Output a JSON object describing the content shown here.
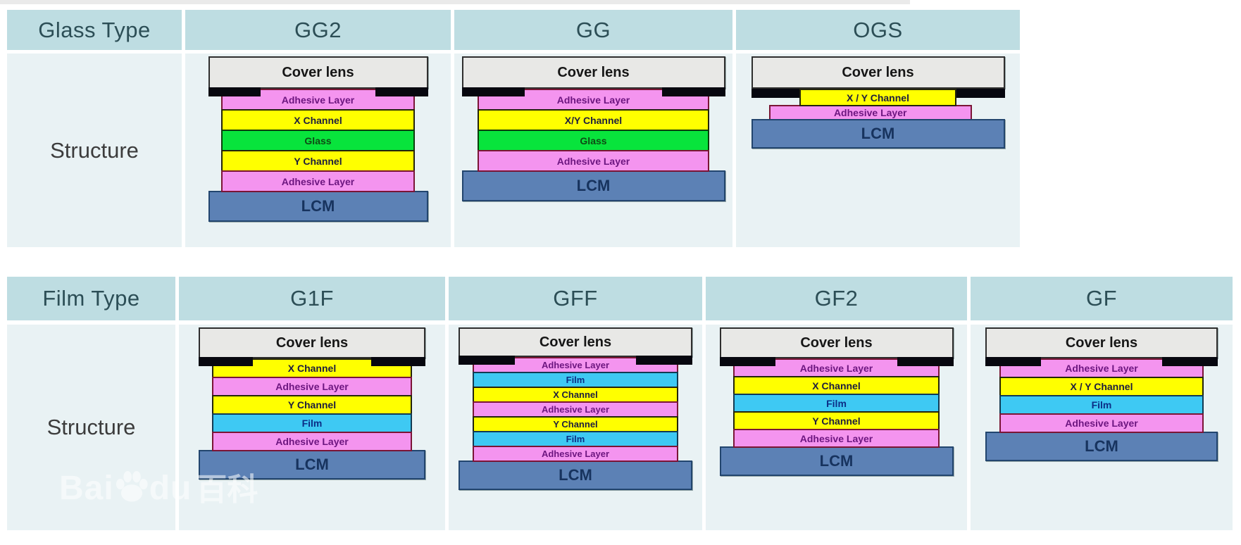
{
  "colors": {
    "header_bg": "#bedde2",
    "body_bg": "#e9f2f4",
    "header_text": "#2c4e56",
    "structure_text": "#3c3c3c",
    "cover": "#e8e8e6",
    "cover_text": "#161616",
    "bezel_ink": "#07070f",
    "adhesive": "#f494ef",
    "adhesive_text": "#6d1680",
    "channel": "#ffff00",
    "channel_text": "#1d1d3f",
    "glass": "#08e43c",
    "glass_text": "#0e4a14",
    "film": "#3ec9f3",
    "film_text": "#0c2e86",
    "lcm": "#5c81b5",
    "lcm_text": "#17335e",
    "watermark": "#ffffff"
  },
  "glass_table": {
    "header_label": "Glass Type",
    "row_label": "Structure",
    "columns": [
      {
        "name": "GG2",
        "layers": [
          {
            "type": "cover",
            "label": "Cover lens"
          },
          {
            "type": "adhesive",
            "label": "Adhesive Layer"
          },
          {
            "type": "channel",
            "label": "X Channel"
          },
          {
            "type": "glass",
            "label": "Glass"
          },
          {
            "type": "channel",
            "label": "Y Channel"
          },
          {
            "type": "adhesive",
            "label": "Adhesive Layer"
          },
          {
            "type": "lcm",
            "label": "LCM"
          }
        ]
      },
      {
        "name": "GG",
        "layers": [
          {
            "type": "cover",
            "label": "Cover lens"
          },
          {
            "type": "adhesive",
            "label": "Adhesive Layer"
          },
          {
            "type": "channel",
            "label": "X/Y Channel"
          },
          {
            "type": "glass",
            "label": "Glass"
          },
          {
            "type": "adhesive",
            "label": "Adhesive Layer"
          },
          {
            "type": "lcm",
            "label": "LCM"
          }
        ]
      },
      {
        "name": "OGS",
        "layout": "ogs",
        "layers": [
          {
            "type": "cover",
            "label": "Cover lens"
          },
          {
            "type": "channel",
            "label": "X / Y Channel"
          },
          {
            "type": "adhesive",
            "label": "Adhesive Layer"
          },
          {
            "type": "lcm",
            "label": "LCM"
          }
        ]
      }
    ]
  },
  "film_table": {
    "header_label": "Film Type",
    "row_label": "Structure",
    "columns": [
      {
        "name": "G1F",
        "layers": [
          {
            "type": "cover",
            "label": "Cover lens"
          },
          {
            "type": "channel",
            "label": "X Channel"
          },
          {
            "type": "adhesive",
            "label": "Adhesive Layer"
          },
          {
            "type": "channel",
            "label": "Y Channel"
          },
          {
            "type": "film",
            "label": "Film"
          },
          {
            "type": "adhesive",
            "label": "Adhesive Layer"
          },
          {
            "type": "lcm",
            "label": "LCM"
          }
        ]
      },
      {
        "name": "GFF",
        "layers": [
          {
            "type": "cover",
            "label": "Cover lens"
          },
          {
            "type": "adhesive",
            "label": "Adhesive Layer"
          },
          {
            "type": "film",
            "label": "Film"
          },
          {
            "type": "channel",
            "label": "X Channel"
          },
          {
            "type": "adhesive",
            "label": "Adhesive Layer"
          },
          {
            "type": "channel",
            "label": "Y Channel"
          },
          {
            "type": "film",
            "label": "Film"
          },
          {
            "type": "adhesive",
            "label": "Adhesive Layer"
          },
          {
            "type": "lcm",
            "label": "LCM"
          }
        ]
      },
      {
        "name": "GF2",
        "layers": [
          {
            "type": "cover",
            "label": "Cover lens"
          },
          {
            "type": "adhesive",
            "label": "Adhesive Layer"
          },
          {
            "type": "channel",
            "label": "X Channel"
          },
          {
            "type": "film",
            "label": "Film"
          },
          {
            "type": "channel",
            "label": "Y Channel"
          },
          {
            "type": "adhesive",
            "label": "Adhesive Layer"
          },
          {
            "type": "lcm",
            "label": "LCM"
          }
        ]
      },
      {
        "name": "GF",
        "layers": [
          {
            "type": "cover",
            "label": "Cover lens"
          },
          {
            "type": "adhesive",
            "label": "Adhesive Layer"
          },
          {
            "type": "channel",
            "label": "X / Y Channel"
          },
          {
            "type": "film",
            "label": "Film"
          },
          {
            "type": "adhesive",
            "label": "Adhesive Layer"
          },
          {
            "type": "lcm",
            "label": "LCM"
          }
        ]
      }
    ]
  },
  "watermark": {
    "part1": "Bai",
    "part2": "du",
    "part3": "百科",
    "icon": "baidu-paw-icon"
  }
}
